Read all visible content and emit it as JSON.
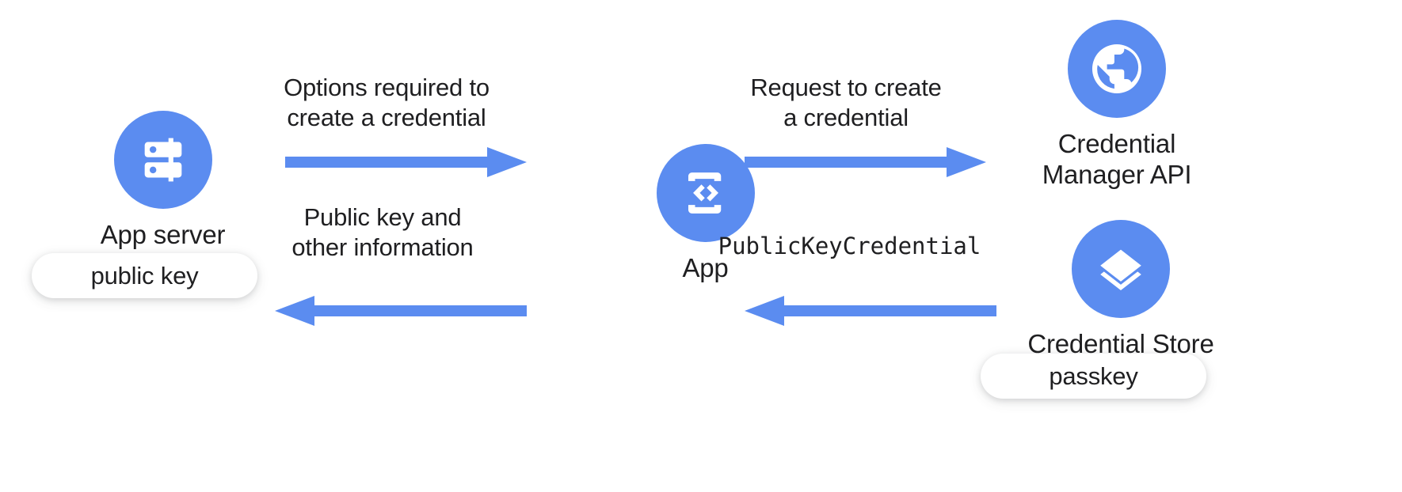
{
  "diagram": {
    "title": "Passkey creation flow",
    "accent_color": "#5b8cf0",
    "text_color": "#1f1f21",
    "background": "#ffffff"
  },
  "nodes": [
    {
      "id": "app-server",
      "label": "App server",
      "icon": "server-icon",
      "pill": "public key"
    },
    {
      "id": "app",
      "label": "App",
      "icon": "phone-code-icon"
    },
    {
      "id": "credential-manager-api",
      "label": "Credential\nManager API",
      "icon": "globe-icon"
    },
    {
      "id": "credential-store",
      "label": "Credential Store",
      "icon": "layers-icon",
      "pill": "passkey"
    }
  ],
  "arrows": [
    {
      "id": "arrow-1",
      "label": "Options required to\ncreate a credential",
      "direction": "right",
      "from": "app-server",
      "to": "app",
      "mono": false
    },
    {
      "id": "arrow-2",
      "label": "Public key and\nother information",
      "direction": "left",
      "from": "app",
      "to": "app-server",
      "mono": false
    },
    {
      "id": "arrow-3",
      "label": "Request to create\na credential",
      "direction": "right",
      "from": "app",
      "to": "credential-manager-api",
      "mono": false
    },
    {
      "id": "arrow-4",
      "label": "PublicKeyCredential",
      "direction": "left",
      "from": "credential-store",
      "to": "app",
      "mono": true
    }
  ],
  "pills": {
    "public_key": "public key",
    "passkey": "passkey"
  }
}
